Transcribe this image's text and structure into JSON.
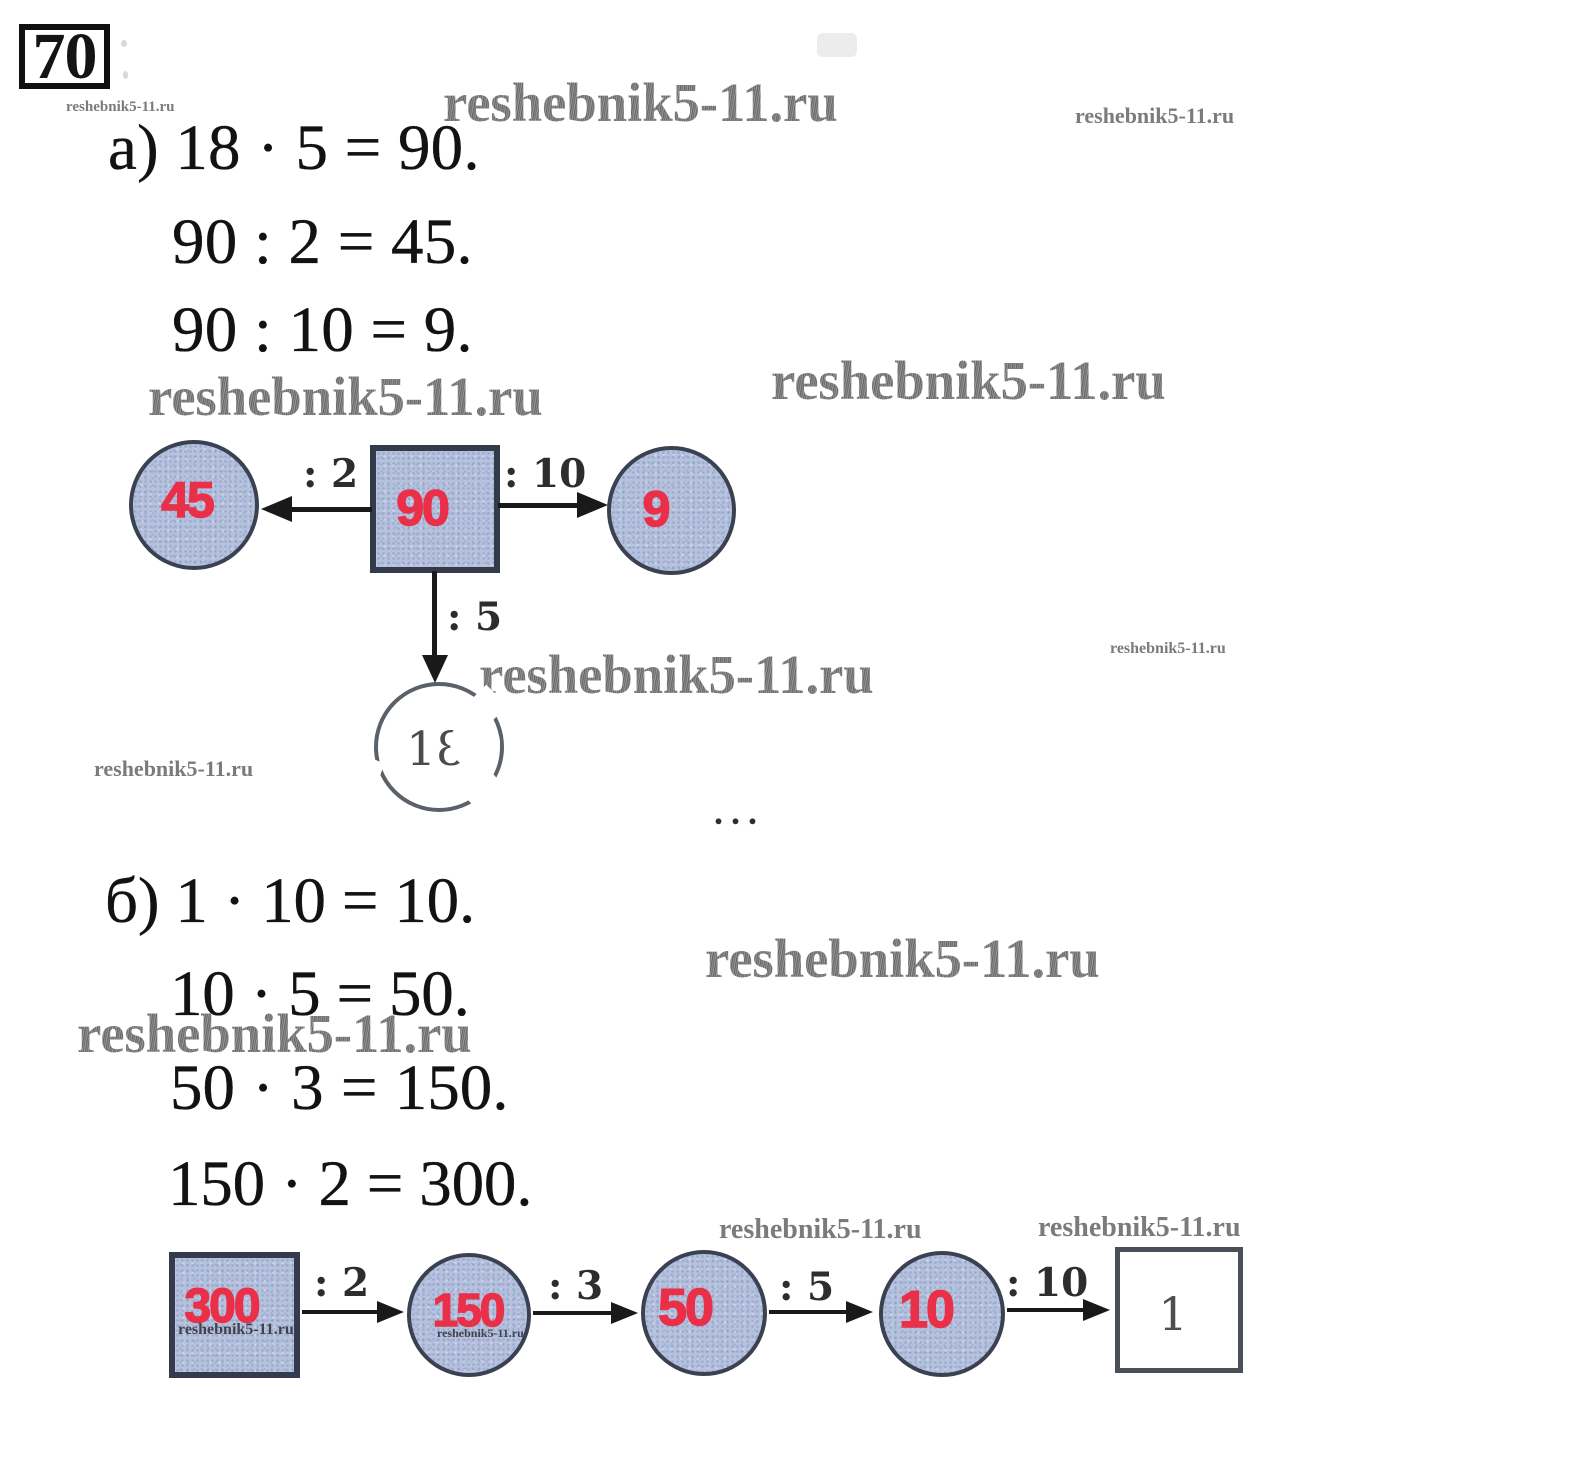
{
  "problem_number": "70",
  "watermark_text": "reshebnik5-11.ru",
  "part_a": {
    "lines": [
      "а) 18 · 5 = 90.",
      "90 : 2 = 45.",
      "90 : 10 = 9."
    ],
    "diagram": {
      "center_value": "90",
      "branches": [
        {
          "op": ": 2",
          "value": "45"
        },
        {
          "op": ": 10",
          "value": "9"
        },
        {
          "op": ": 5",
          "value": "18"
        }
      ],
      "ellipsis": "..."
    }
  },
  "part_b": {
    "lines": [
      "б) 1 · 10 = 10.",
      "10 · 5 = 50.",
      "50 · 3 = 150.",
      "150 · 2 = 300."
    ],
    "diagram": {
      "nodes": [
        "300",
        "150",
        "50",
        "10",
        "1"
      ],
      "ops": [
        ": 2",
        ": 3",
        ": 5",
        ": 10"
      ]
    }
  },
  "colors": {
    "node_fill": "#b7c2df",
    "node_stroke": "#39404f",
    "number_red": "#e93048",
    "equation_text": "#121212",
    "watermark_gray": "#6f6f6f"
  }
}
